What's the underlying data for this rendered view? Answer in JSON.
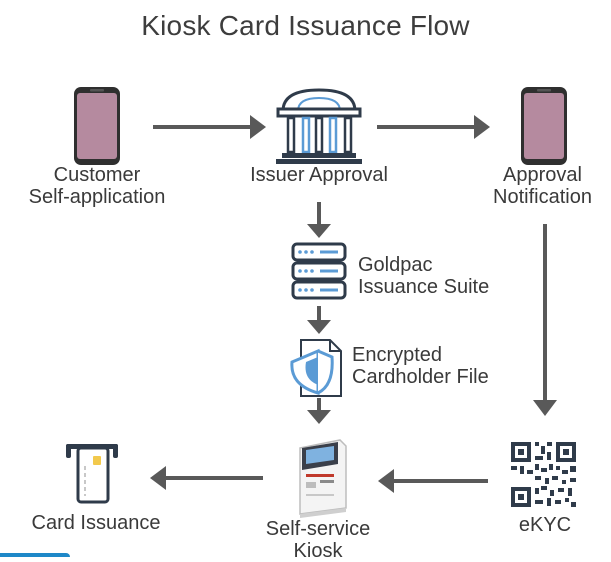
{
  "title": "Kiosk Card Issuance Flow",
  "nodes": {
    "customer": {
      "line1": "Customer",
      "line2": "Self-application",
      "icon": "smartphone-icon"
    },
    "issuer": {
      "label": "Issuer Approval",
      "icon": "bank-building-icon"
    },
    "notification": {
      "line1": "Approval",
      "line2": "Notification",
      "icon": "smartphone-icon"
    },
    "goldpac": {
      "line1": "Goldpac",
      "line2": "Issuance Suite",
      "icon": "server-icon"
    },
    "encrypted": {
      "line1": "Encrypted",
      "line2": "Cardholder File",
      "icon": "shield-file-icon"
    },
    "ekyc": {
      "label": "eKYC",
      "icon": "qr-code-icon"
    },
    "kiosk": {
      "line1": "Self-service",
      "line2": "Kiosk",
      "icon": "kiosk-icon"
    },
    "card": {
      "label": "Card Issuance",
      "icon": "card-dispense-icon"
    }
  },
  "colors": {
    "arrow": "#595959",
    "phone_body": "#2f2f2f",
    "phone_screen": "#b58a9f",
    "icon_dark": "#2f3b4a",
    "icon_blue": "#5b9bd5",
    "card_yellow": "#f2c94c",
    "kiosk_red": "#c0392b",
    "accent_stripe": "#1e88c8"
  }
}
